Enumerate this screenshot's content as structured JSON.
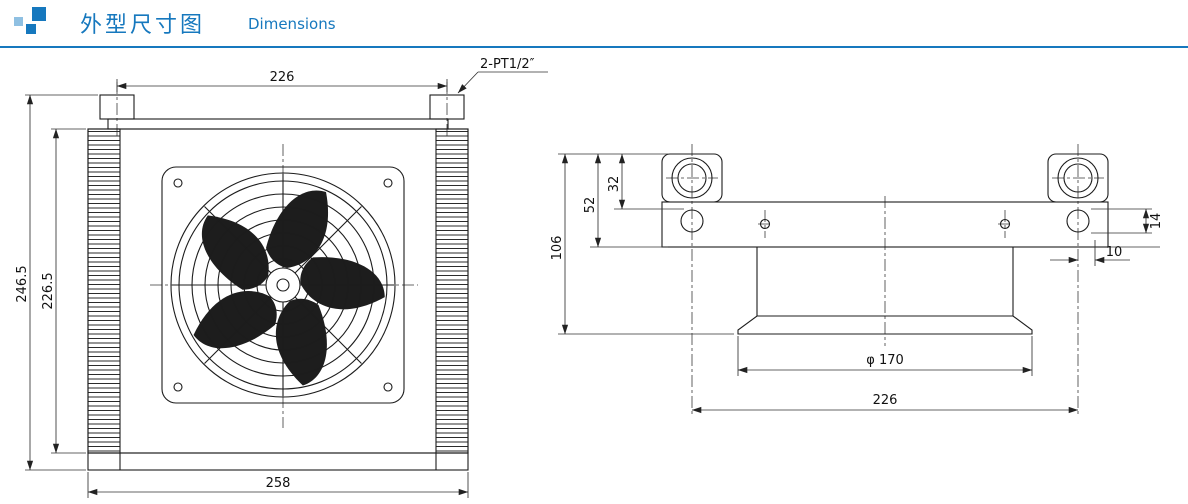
{
  "header": {
    "title": "外型尺寸图",
    "subtitle": "Dimensions"
  },
  "front_view": {
    "top_width": "226",
    "port_label": "2-PT1/2″",
    "overall_height": "246.5",
    "core_height": "226.5",
    "overall_width": "258"
  },
  "side_view": {
    "total_height": "106",
    "upper_height": "52",
    "hole_offset": "32",
    "hole_height": "14",
    "edge_offset": "10",
    "flange_diameter": "φ 170",
    "port_span": "226"
  }
}
